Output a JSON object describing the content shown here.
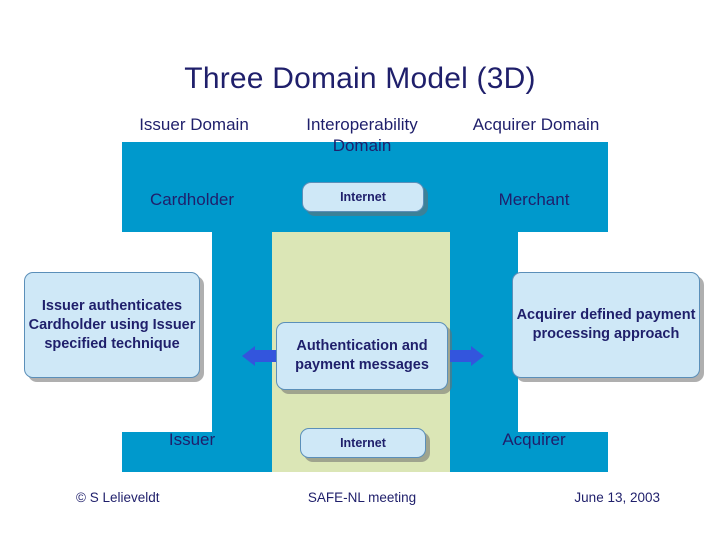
{
  "slide": {
    "title": "Three Domain Model (3D)",
    "columns": [
      {
        "header": "Issuer Domain",
        "row1": "Cardholder",
        "row3": "Issuer"
      },
      {
        "header": "Interoperability Domain",
        "row1": "Internet",
        "row3": "Internet"
      },
      {
        "header": "Acquirer Domain",
        "row1": "Merchant",
        "row3": "Acquirer"
      }
    ],
    "headers": {
      "issuer": "Issuer Domain",
      "interop_line1": "Interoperability",
      "interop_line2": "Domain",
      "acquirer": "Acquirer Domain"
    },
    "row_labels": {
      "cardholder": "Cardholder",
      "merchant": "Merchant",
      "issuer": "Issuer",
      "acquirer": "Acquirer"
    },
    "boxes": {
      "internet_top": "Internet",
      "internet_bottom": "Internet",
      "issuer_auth": "Issuer authenticates Cardholder using Issuer specified technique",
      "auth_messages": "Authentication and payment messages",
      "acquirer_approach": "Acquirer defined payment processing approach"
    },
    "footer": {
      "left": "© S Lelieveldt",
      "center": "SAFE-NL meeting",
      "right": "June 13, 2003"
    },
    "colors": {
      "band": "#0099cc",
      "interop_panel": "#dbe6b6",
      "box_fill": "#cfe8f7",
      "text": "#1f1f6b",
      "arrow": "#3355dd"
    }
  }
}
